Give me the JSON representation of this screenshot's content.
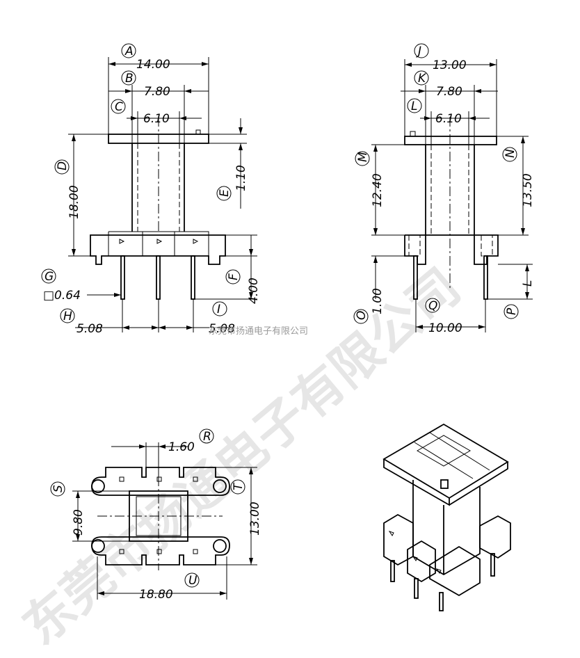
{
  "watermark": {
    "big": "东莞市扬通电子有限公司",
    "small": "东莞市扬通电子有限公司"
  },
  "front_view": {
    "dims": {
      "A": {
        "label": "A",
        "value": "14.00"
      },
      "B": {
        "label": "B",
        "value": "7.80"
      },
      "C": {
        "label": "C",
        "value": "6.10"
      },
      "D": {
        "label": "D",
        "value": "18.00"
      },
      "E": {
        "label": "E",
        "value": "1.10"
      },
      "F": {
        "label": "F",
        "value": "4.00"
      },
      "G": {
        "label": "G",
        "value": "□0.64"
      },
      "H": {
        "label": "H",
        "value": "5.08"
      },
      "I": {
        "label": "I",
        "value": "5.08"
      }
    }
  },
  "side_view": {
    "dims": {
      "J": {
        "label": "J",
        "value": "13.00"
      },
      "K": {
        "label": "K",
        "value": "7.80"
      },
      "L": {
        "label": "L",
        "value": "6.10"
      },
      "M": {
        "label": "M",
        "value": "12.40"
      },
      "N": {
        "label": "N",
        "value": "13.50"
      },
      "O": {
        "label": "O",
        "value": "1.00"
      },
      "P": {
        "label": "P",
        "value": "L"
      },
      "Q": {
        "label": "Q",
        "value": "10.00"
      }
    }
  },
  "top_view": {
    "dims": {
      "R": {
        "label": "R",
        "value": "1.60"
      },
      "S": {
        "label": "S",
        "value": "9.80"
      },
      "T": {
        "label": "T",
        "value": "13.00"
      },
      "U": {
        "label": "U",
        "value": "18.80"
      }
    }
  }
}
